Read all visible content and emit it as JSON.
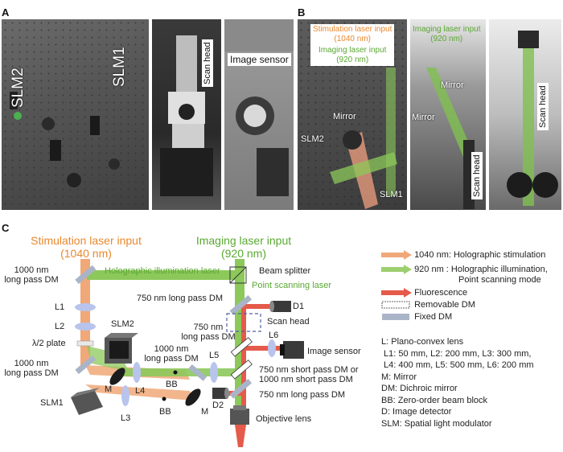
{
  "panels": {
    "a": "A",
    "b": "B",
    "c": "C"
  },
  "panel_a": {
    "slm2": "SLM2",
    "slm1": "SLM1",
    "scan_head": "Scan head",
    "image_sensor": "Image sensor"
  },
  "panel_b": {
    "stim_input_line1": "Stimulation laser input",
    "stim_input_line2": "(1040 nm)",
    "img_input_line1": "Imaging laser input",
    "img_input_line2": "(920 nm)",
    "img_input2_line1": "Imaging laser input",
    "img_input2_line2": "(920 nm)",
    "mirror1": "Mirror",
    "mirror2": "Mirror",
    "mirror3": "Mirror",
    "slm2": "SLM2",
    "slm1": "SLM1",
    "scan_head1": "Scan head",
    "scan_head2": "Scan head"
  },
  "panel_c": {
    "stim_title": "Stimulation laser input",
    "stim_nm": "(1040 nm)",
    "img_title": "Imaging laser input",
    "img_nm": "(920 nm)",
    "lp_dm_1000_top_1": "1000 nm",
    "lp_dm_1000_top_2": "long pass DM",
    "holo_illum": "Holographic illumination laser",
    "beam_splitter": "Beam splitter",
    "point_scan": "Point scanning laser",
    "lp_750_a": "750 nm long pass DM",
    "d1": "D1",
    "scan_head": "Scan head",
    "lp_750_b_1": "750 nm",
    "lp_750_b_2": "long pass DM",
    "l6": "L6",
    "image_sensor": "Image sensor",
    "lp_1000_mid_1": "1000 nm",
    "lp_1000_mid_2": "long pass DM",
    "l5": "L5",
    "sp_750_1": "750 nm short pass DM or",
    "sp_750_2": "1000 nm short pass DM",
    "lp_750_c": "750 nm long pass DM",
    "d2": "D2",
    "objective": "Objective lens",
    "l1": "L1",
    "l2": "L2",
    "halfwave": "λ/2 plate",
    "slm2": "SLM2",
    "lp_1000_bot_1": "1000 nm",
    "lp_1000_bot_2": "long pass DM",
    "m1": "M",
    "l4": "L4",
    "bb1": "BB",
    "slm1": "SLM1",
    "l3": "L3",
    "bb2": "BB",
    "m2": "M"
  },
  "legend": {
    "items": [
      {
        "label": "1040 nm: Holographic stimulation",
        "color": "#f0a878"
      },
      {
        "label": "920 nm  : Holographic illumination,",
        "label2": "Point scanning mode",
        "color": "#9ccf6e"
      },
      {
        "label": "Fluorescence",
        "color": "#e55a4a"
      },
      {
        "label": "Removable DM",
        "color": "#ffffff"
      },
      {
        "label": "Fixed DM",
        "color": "#aab4c8"
      }
    ],
    "defs": [
      "L: Plano-convex lens",
      " L1: 50 mm, L2: 200 mm, L3: 300 mm,",
      " L4: 400 mm, L5: 500 mm, L6: 200 mm",
      "M: Mirror",
      "DM: Dichroic mirror",
      "BB: Zero-order beam block",
      "D: Image detector",
      "SLM: Spatial light modulator"
    ]
  },
  "colors": {
    "stim": "#f0a878",
    "stim_text": "#e8882e",
    "img": "#8cc85a",
    "img_text": "#5aa832",
    "fluor": "#e55a4a",
    "dm": "#aab4c8",
    "lens": "#b8c4ec"
  }
}
